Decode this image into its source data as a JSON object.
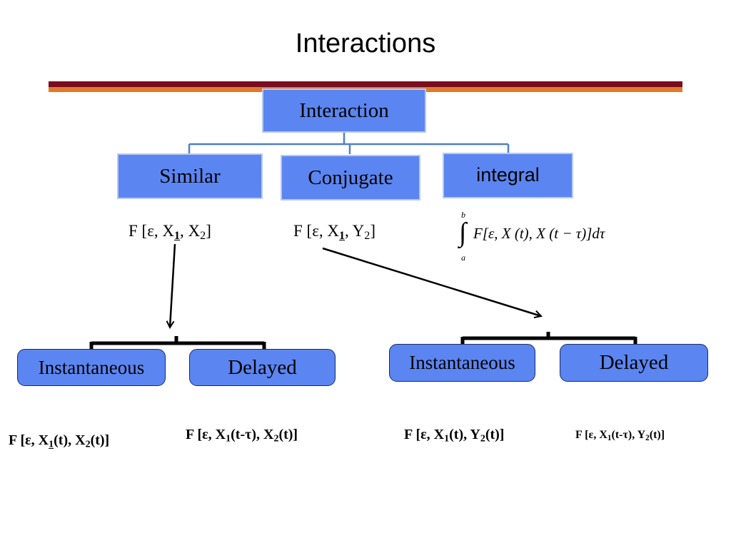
{
  "slide": {
    "title": "Interactions"
  },
  "colors": {
    "bar_dark": "#7a0c1e",
    "bar_light": "#e07a2c",
    "box_fill": "#5b85f0",
    "connector": "#4f80c8"
  },
  "root": {
    "label": "Interaction"
  },
  "categories": [
    {
      "label": "Similar"
    },
    {
      "label": "Conjugate"
    },
    {
      "label": "integral"
    }
  ],
  "formulas": {
    "similar": {
      "prefix": "F [ε, X",
      "s1": "1",
      "mid": ", X",
      "s2": "2",
      "suffix": "]"
    },
    "conjugate": {
      "prefix": "F [ε, X",
      "s1": "1",
      "mid": ", Y",
      "s2": "2",
      "suffix": "]"
    },
    "integral": {
      "upper": "b",
      "lower": "a",
      "sign": "∫",
      "body": "F[ε, X (t), X (t − τ)]dτ"
    }
  },
  "left_group": {
    "instantaneous": "Instantaneous",
    "delayed": "Delayed",
    "formula_inst": {
      "prefix": "F [ε, X",
      "s1": "1",
      "mid": "(t), X",
      "s2": "2",
      "suffix": "(t)]"
    },
    "formula_del": {
      "prefix": "F [ε, X",
      "s1": "1",
      "mid": "(t-τ), X",
      "s2": "2",
      "suffix": "(t)]"
    }
  },
  "right_group": {
    "instantaneous": "Instantaneous",
    "delayed": "Delayed",
    "formula_inst": {
      "prefix": "F [ε, X",
      "s1": "1",
      "mid": "(t), Y",
      "s2": "2",
      "suffix": "(t)]"
    },
    "formula_del": {
      "prefix": "F [ε, X",
      "s1": "1",
      "mid": "(t-τ), Y",
      "s2": "2",
      "suffix": "(t)]"
    }
  }
}
